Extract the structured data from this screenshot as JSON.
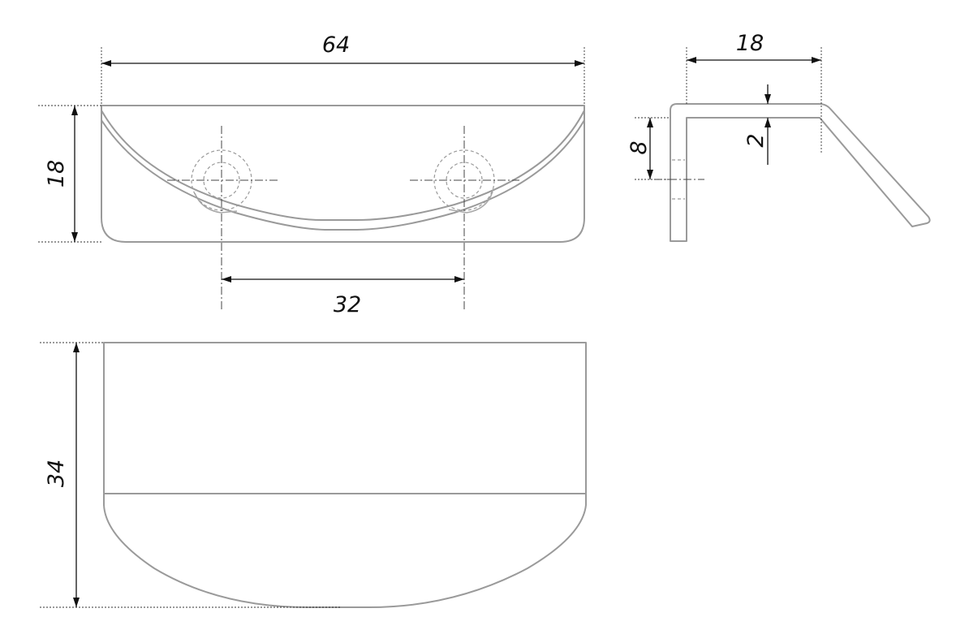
{
  "front_view": {
    "width_dim": "64",
    "height_dim": "18",
    "hole_spacing_dim": "32"
  },
  "side_view": {
    "depth_dim": "18",
    "hole_height_dim": "8",
    "thickness_dim": "2"
  },
  "top_view": {
    "length_dim": "34"
  }
}
